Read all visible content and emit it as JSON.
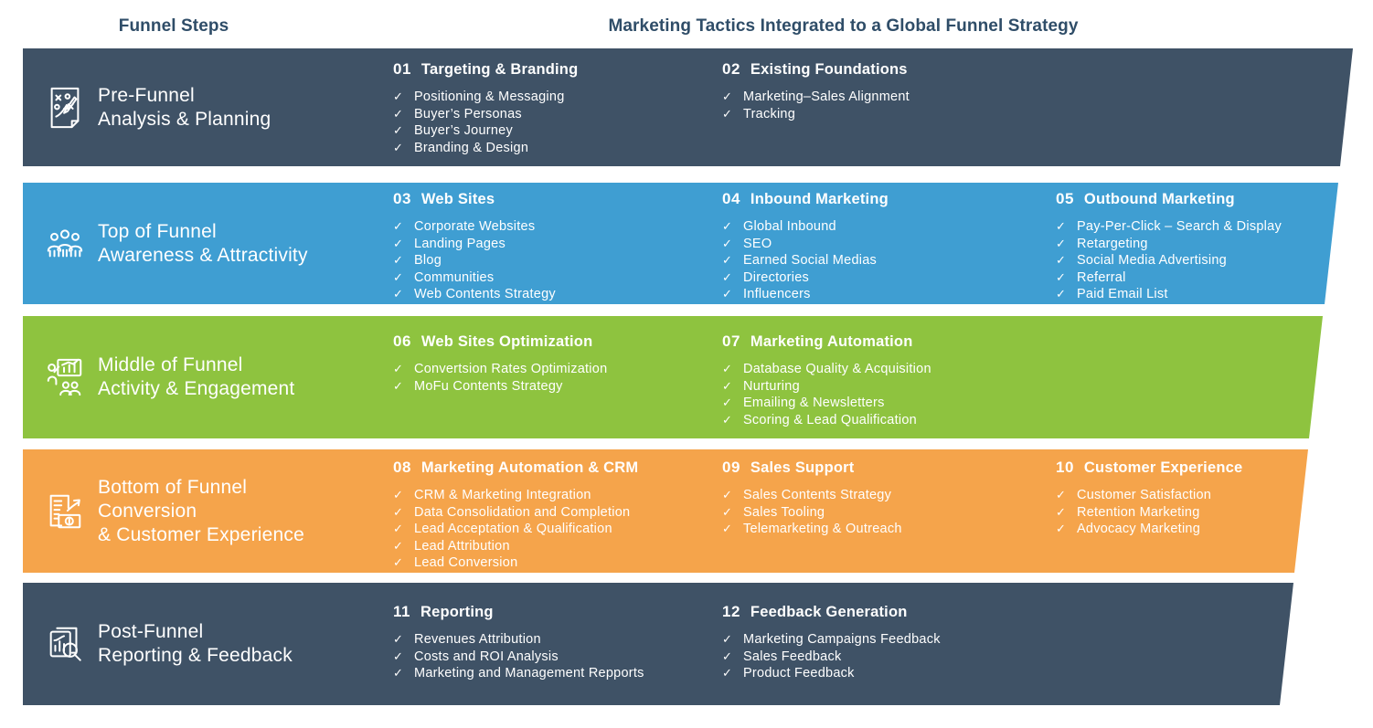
{
  "page": {
    "left_header": "Funnel Steps",
    "right_header": "Marketing Tactics Integrated to a Global Funnel Strategy",
    "check_glyph": "✓"
  },
  "colors": {
    "dark_band": "#3f5266",
    "blue_band": "#3f9ed2",
    "green_band": "#8ec33f",
    "orange_band": "#f5a44b",
    "header_text": "#2f4d68",
    "band_text": "#ffffff"
  },
  "bands": [
    {
      "name": "pre-funnel",
      "color": "#3f5266",
      "icon": "strategy-plan-icon",
      "step": {
        "lines": [
          "Pre-Funnel",
          "Analysis & Planning"
        ]
      },
      "sections": [
        {
          "number": "01",
          "title": "Targeting & Branding",
          "col": 1,
          "items": [
            "Positioning & Messaging",
            "Buyer’s Personas",
            "Buyer’s Journey",
            "Branding & Design"
          ]
        },
        {
          "number": "02",
          "title": "Existing Foundations",
          "col": 2,
          "items": [
            "Marketing–Sales Alignment",
            "Tracking"
          ]
        }
      ]
    },
    {
      "name": "top-of-funnel",
      "color": "#3f9ed2",
      "icon": "audience-people-icon",
      "step": {
        "lines": [
          "Top of Funnel",
          "Awareness & Attractivity"
        ]
      },
      "sections": [
        {
          "number": "03",
          "title": "Web Sites",
          "col": 1,
          "items": [
            "Corporate Websites",
            "Landing Pages",
            "Blog",
            "Communities",
            "Web Contents Strategy"
          ]
        },
        {
          "number": "04",
          "title": "Inbound Marketing",
          "col": 2,
          "items": [
            "Global Inbound",
            "SEO",
            "Earned Social Medias",
            "Directories",
            "Influencers"
          ]
        },
        {
          "number": "05",
          "title": "Outbound Marketing",
          "col": 3,
          "items": [
            "Pay-Per-Click – Search & Display",
            "Retargeting",
            "Social Media Advertising",
            "Referral",
            "Paid Email List"
          ]
        }
      ]
    },
    {
      "name": "middle-of-funnel",
      "color": "#8ec33f",
      "icon": "presentation-engagement-icon",
      "step": {
        "lines": [
          "Middle of Funnel",
          "Activity & Engagement"
        ]
      },
      "sections": [
        {
          "number": "06",
          "title": "Web Sites Optimization",
          "col": 1,
          "items": [
            "Convertsion Rates Optimization",
            "MoFu Contents Strategy"
          ]
        },
        {
          "number": "07",
          "title": "Marketing Automation",
          "col": 2,
          "items": [
            "Database Quality & Acquisition",
            "Nurturing",
            "Emailing & Newsletters",
            "Scoring & Lead Qualification"
          ]
        }
      ]
    },
    {
      "name": "bottom-of-funnel",
      "color": "#f5a44b",
      "icon": "conversion-revenue-icon",
      "step": {
        "lines": [
          "Bottom of Funnel",
          "Conversion",
          "& Customer Experience"
        ]
      },
      "sections": [
        {
          "number": "08",
          "title": "Marketing Automation & CRM",
          "col": 1,
          "items": [
            "CRM & Marketing Integration",
            "Data Consolidation and Completion",
            "Lead Acceptation & Qualification",
            "Lead Attribution",
            "Lead Conversion"
          ]
        },
        {
          "number": "09",
          "title": "Sales Support",
          "col": 2,
          "items": [
            "Sales Contents Strategy",
            "Sales Tooling",
            "Telemarketing & Outreach"
          ]
        },
        {
          "number": "10",
          "title": "Customer Experience",
          "col": 3,
          "items": [
            "Customer Satisfaction",
            "Retention Marketing",
            "Advocacy Marketing"
          ]
        }
      ]
    },
    {
      "name": "post-funnel",
      "color": "#3f5266",
      "icon": "report-analysis-icon",
      "step": {
        "lines": [
          "Post-Funnel",
          "Reporting & Feedback"
        ]
      },
      "sections": [
        {
          "number": "11",
          "title": "Reporting",
          "col": 1,
          "items": [
            "Revenues Attribution",
            "Costs and ROI Analysis",
            "Marketing and Management Repports"
          ]
        },
        {
          "number": "12",
          "title": "Feedback Generation",
          "col": 2,
          "items": [
            "Marketing Campaigns Feedback",
            "Sales Feedback",
            "Product Feedback"
          ]
        }
      ]
    }
  ]
}
